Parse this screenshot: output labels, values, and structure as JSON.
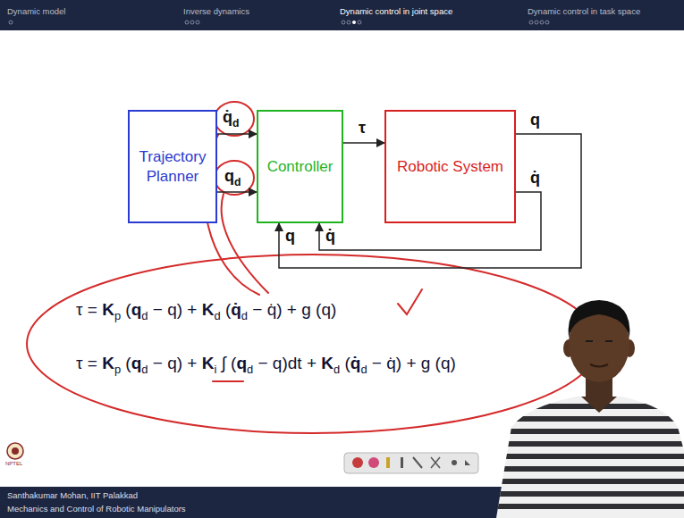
{
  "diagram": {
    "nodes": [
      {
        "text": [
          "Trajectory Planner"
        ]
      },
      {
        "text": [
          "Controller"
        ]
      },
      {
        "text": [
          "Robotic System"
        ]
      }
    ],
    "edges": [
      {
        "from": 0,
        "to": 1,
        "label": "q̇d",
        "arrow": "to"
      },
      {
        "from": 0,
        "to": 1,
        "label": "qd",
        "arrow": "to"
      },
      {
        "from": 1,
        "to": 2,
        "label": "τ",
        "arrow": "to"
      },
      {
        "from": 2,
        "to": 1,
        "label": "q̇",
        "arrow": "to"
      },
      {
        "from": 2,
        "to": 1,
        "label": "q",
        "arrow": "to"
      }
    ],
    "labels": [
      "Dynamic model",
      "Inverse dynamics",
      "Dynamic control in joint space",
      "Dynamic control in task space",
      "q",
      "q̇",
      "τ = Kp (qd − q) + Kd (q̇d − q̇) + g (q)",
      "τ = Kp (qd − q) + Ki ∫ (qd − q)dt + Kd (q̇d − q̇) + g (q)",
      "Santhakumar Mohan, IIT Palakkad",
      "Mechanics and Control of Robotic Manipulators",
      "NPTEL"
    ]
  }
}
